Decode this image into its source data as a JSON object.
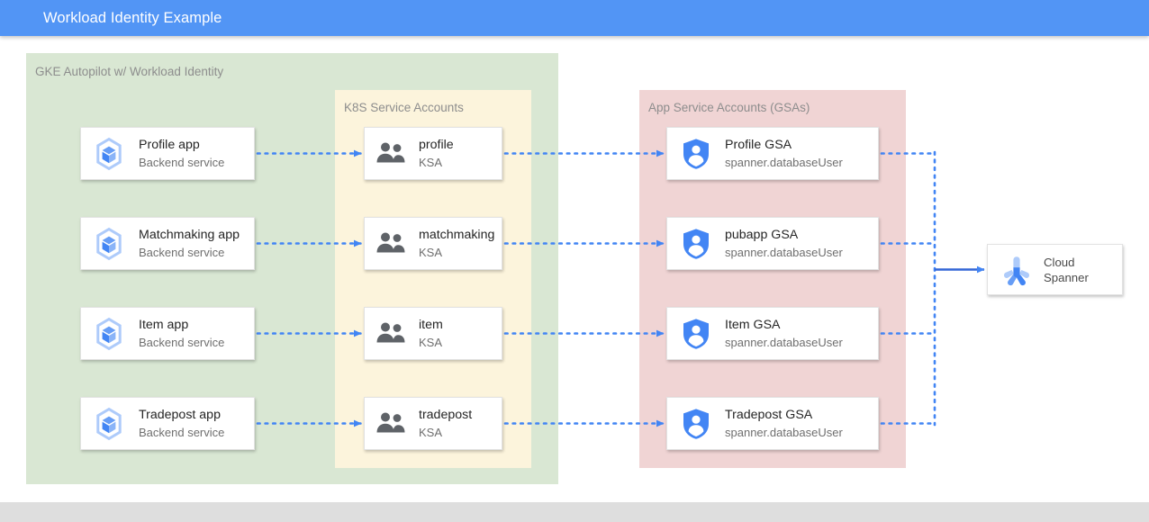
{
  "header": {
    "title": "Workload Identity Example",
    "bg_color": "#5295f5",
    "text_color": "#ffffff"
  },
  "colors": {
    "gke_group": "#d9e7d3",
    "ksa_group": "#fcf4dc",
    "gsa_group": "#f0d4d4",
    "connector_blue": "#4285f4",
    "card_bg": "#ffffff",
    "bottom_strip": "#dedede",
    "group_label": "#8d8d8d"
  },
  "groups": {
    "gke": {
      "label": "GKE Autopilot w/ Workload Identity"
    },
    "ksa": {
      "label": "K8S Service Accounts"
    },
    "gsa": {
      "label": "App Service Accounts (GSAs)"
    }
  },
  "apps": [
    {
      "title": "Profile app",
      "subtitle": "Backend service",
      "icon": "gke-pod-icon"
    },
    {
      "title": "Matchmaking app",
      "subtitle": "Backend service",
      "icon": "gke-pod-icon"
    },
    {
      "title": "Item app",
      "subtitle": "Backend service",
      "icon": "gke-pod-icon"
    },
    {
      "title": "Tradepost app",
      "subtitle": "Backend service",
      "icon": "gke-pod-icon"
    }
  ],
  "ksas": [
    {
      "title": "profile",
      "subtitle": "KSA",
      "icon": "people-group-icon"
    },
    {
      "title": "matchmaking",
      "subtitle": "KSA",
      "icon": "people-group-icon"
    },
    {
      "title": "item",
      "subtitle": "KSA",
      "icon": "people-group-icon"
    },
    {
      "title": "tradepost",
      "subtitle": "KSA",
      "icon": "people-group-icon"
    }
  ],
  "gsas": [
    {
      "title": "Profile GSA",
      "subtitle": "spanner.databaseUser",
      "icon": "shield-person-icon"
    },
    {
      "title": "pubapp GSA",
      "subtitle": "spanner.databaseUser",
      "icon": "shield-person-icon"
    },
    {
      "title": "Item GSA",
      "subtitle": "spanner.databaseUser",
      "icon": "shield-person-icon"
    },
    {
      "title": "Tradepost GSA",
      "subtitle": "spanner.databaseUser",
      "icon": "shield-person-icon"
    }
  ],
  "database": {
    "title": "Cloud",
    "subtitle": "Spanner",
    "icon": "cloud-spanner-icon"
  }
}
